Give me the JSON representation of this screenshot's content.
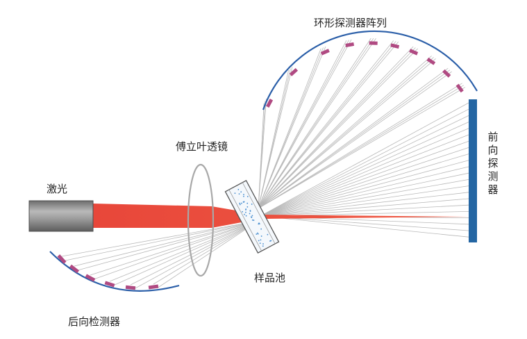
{
  "labels": {
    "laser": "激光",
    "lens": "傅立叶透镜",
    "sample_cell": "样品池",
    "backward_detector": "后向检测器",
    "ring_array": "环形探测器阵列",
    "forward_detector": "前向探测器"
  },
  "colors": {
    "beam": "#e8473a",
    "detector_pad": "#b04a82",
    "arc": "#2a5ea8",
    "forward_plate": "#2466a3",
    "ray": "#b8b8b8",
    "laser_body": "#8a8a8a",
    "lens": "#a8a8a8",
    "sample_dots": "#4a8fd0"
  }
}
